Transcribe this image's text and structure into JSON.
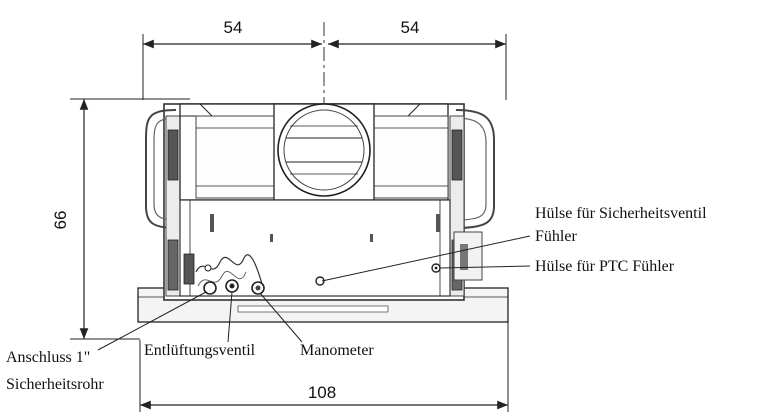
{
  "dimensions": {
    "top_left": "54",
    "top_right": "54",
    "left_height": "66",
    "bottom_width": "108"
  },
  "labels": {
    "sleeve_safety_valve_line1": "Hülse für Sicherheitsventil",
    "sleeve_safety_valve_line2": "Fühler",
    "sleeve_ptc": "Hülse für PTC Fühler",
    "connection_line1": "Anschluss 1\"",
    "connection_line2": "Sicherheitsrohr",
    "vent_valve": "Entlüftungsventil",
    "manometer": "Manometer"
  }
}
